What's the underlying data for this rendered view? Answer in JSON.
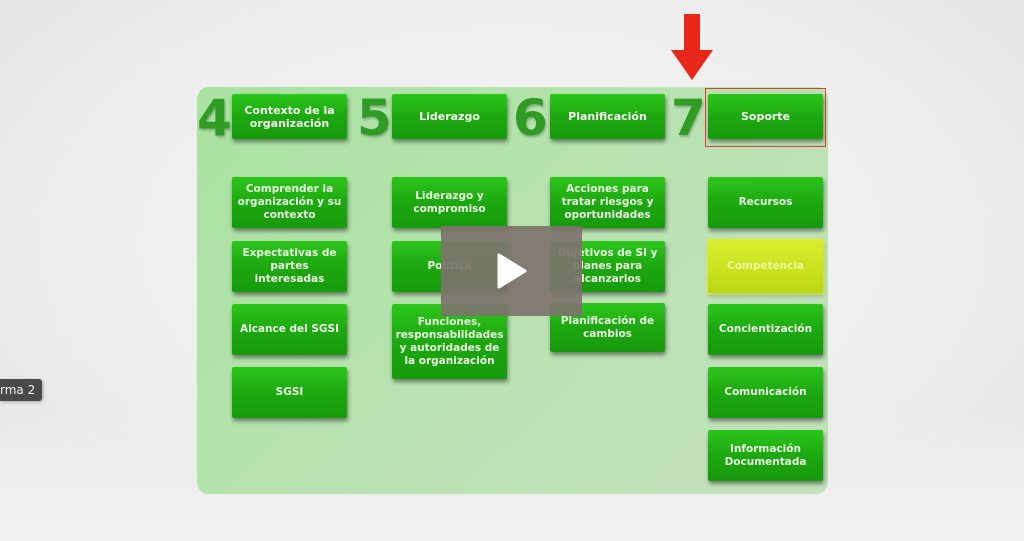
{
  "tooltip": {
    "text": "rma 2"
  },
  "columns": [
    {
      "number": "4",
      "header": "Contexto de la organización",
      "items": [
        "Comprender la organización y su contexto",
        "Expectativas de partes interesadas",
        "Alcance del SGSI",
        "SGSI"
      ]
    },
    {
      "number": "5",
      "header": "Liderazgo",
      "items": [
        "Liderazgo y compromiso",
        "Política",
        "Funciones, responsabilidades y autoridades de la organización"
      ]
    },
    {
      "number": "6",
      "header": "Planificación",
      "items": [
        "Acciones para tratar riesgos y oportunidades",
        "Objetivos de SI y planes para alcanzarlos",
        "Planificación de cambios"
      ]
    },
    {
      "number": "7",
      "header": "Soporte",
      "items": [
        "Recursos",
        "Competencia",
        "Concientización",
        "Comunicación",
        "Información Documentada"
      ]
    }
  ],
  "highlight": {
    "selected_header": "Soporte",
    "highlighted_item": "Competencia",
    "arrow_color": "#e8261a",
    "frame_color": "#d9403a"
  },
  "video": {
    "play_icon": "play-icon"
  },
  "colors": {
    "box_green": "#1da810",
    "panel_green": "#b5e3ad",
    "number_green": "#2f9c24",
    "highlight_yellow": "#c8e21c"
  }
}
